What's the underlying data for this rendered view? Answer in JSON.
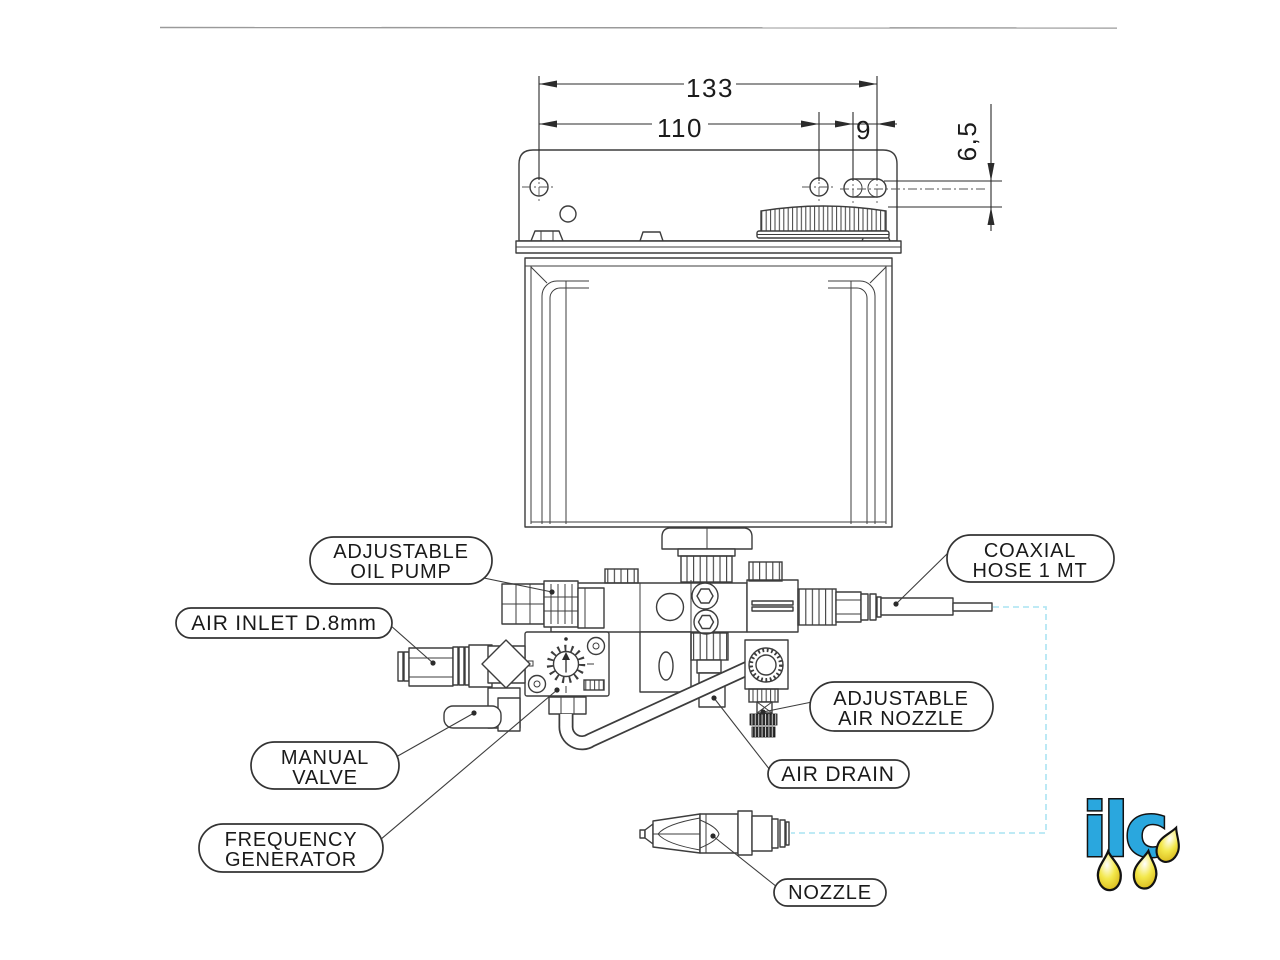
{
  "dimensions": {
    "total_width": "133",
    "hole_span": "110",
    "slot_span": "9",
    "slot_offset": "6,5"
  },
  "callouts": {
    "oil_pump": [
      "ADJUSTABLE",
      "OIL PUMP"
    ],
    "air_inlet": [
      "AIR INLET D.8mm"
    ],
    "manual_valve": [
      "MANUAL",
      "VALVE"
    ],
    "frequency_generator": [
      "FREQUENCY",
      "GENERATOR"
    ],
    "coaxial_hose": [
      "COAXIAL",
      "HOSE 1 MT"
    ],
    "air_nozzle": [
      "ADJUSTABLE",
      "AIR NOZZLE"
    ],
    "air_drain": [
      "AIR DRAIN"
    ],
    "nozzle": [
      "NOZZLE"
    ]
  },
  "logo": {
    "text": "ilc"
  },
  "colors": {
    "drawing_line": "#3d3d3d",
    "dim_text": "#1b1b1b",
    "hose_route": "#b5e7f4",
    "frame_line": "#9a9a9a",
    "logo_blue": "#2aa7de",
    "logo_yellow": "#f2e13a",
    "nozzle_knurl_dark": "#2b2b2b"
  }
}
